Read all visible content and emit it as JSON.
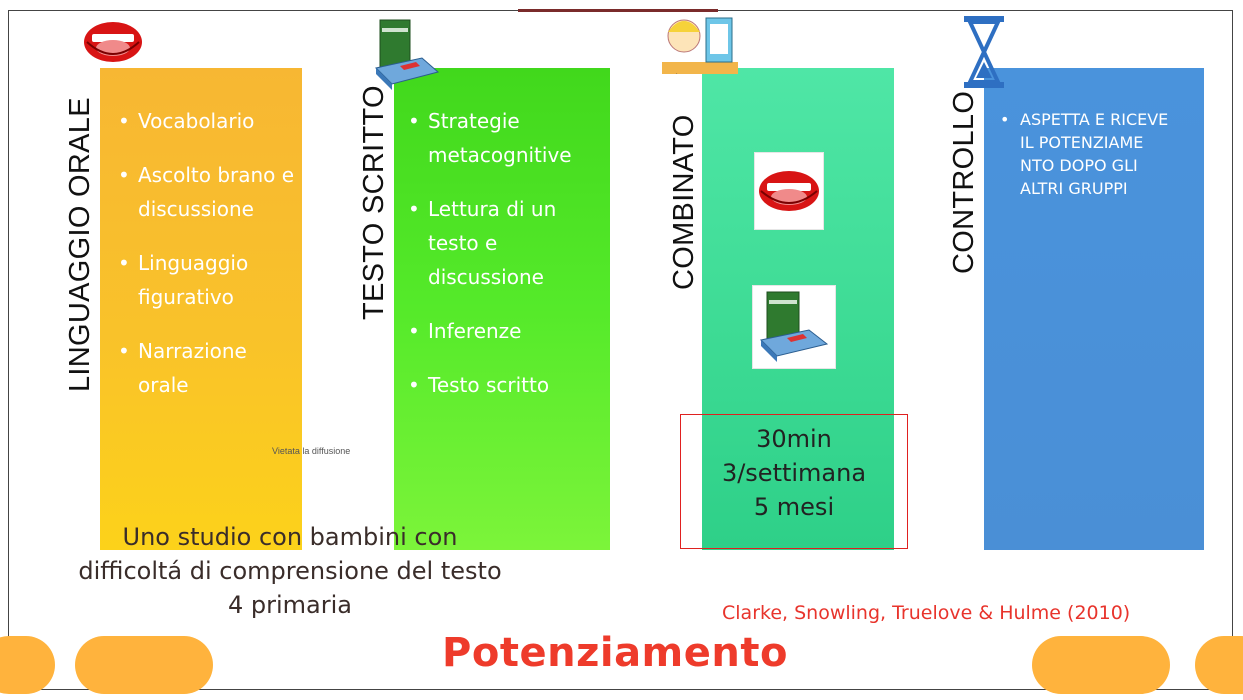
{
  "columns": {
    "oral": {
      "label": "LINGUAGGIO ORALE",
      "items": [
        "Vocabolario",
        "Ascolto brano e discussione",
        "Linguaggio figurativo",
        "Narrazione orale"
      ]
    },
    "scritto": {
      "label": "TESTO SCRITTO",
      "items": [
        "Strategie metacognitive",
        "Lettura di un testo e discussione",
        "Inferenze",
        "Testo scritto"
      ]
    },
    "combinato": {
      "label": "COMBINATO",
      "icons": [
        "mouth-icon",
        "books-icon"
      ]
    },
    "controllo": {
      "label": "CONTROLLO",
      "items": [
        "ASPETTA E RICEVE IL POTENZIAME NTO DOPO GLI ALTRI GRUPPI"
      ]
    }
  },
  "stats": [
    "30min",
    "3/settimana",
    "5 mesi"
  ],
  "watermark": "Vietata la diffusione",
  "study": [
    "Uno studio con bambini con",
    "difficoltá di comprensione del testo",
    "4 primaria"
  ],
  "citation": "Clarke, Snowling, Truelove  & Hulme (2010)",
  "title": "Potenziamento",
  "colors": {
    "oral": "#f9c22a",
    "scritto": "#55ea2a",
    "combinato": "#3fdc96",
    "controllo": "#4a8fd6",
    "title": "#ee3b2b",
    "accent_pill": "#ffb33d",
    "box": "#e02020"
  },
  "icons": [
    "mouth-icon",
    "books-icon",
    "cartoon-girl-icon",
    "hourglass-icon"
  ]
}
